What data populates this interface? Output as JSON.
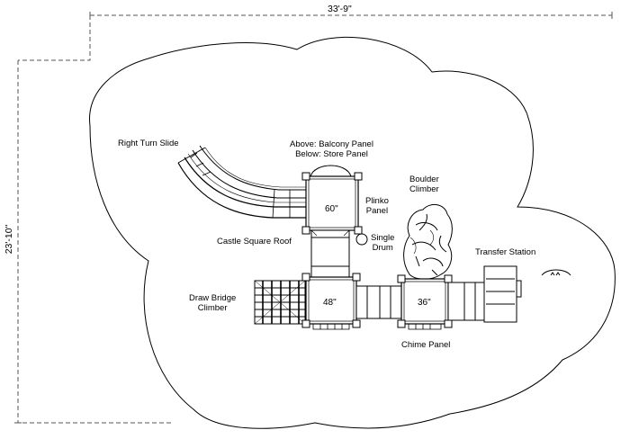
{
  "dimensions": {
    "width": "33'-9\"",
    "depth": "23'-10\""
  },
  "labels": {
    "right_turn_slide": "Right Turn Slide",
    "balcony_line1": "Above: Balcony Panel",
    "balcony_line2": "Below: Store Panel",
    "boulder_line1": "Boulder",
    "boulder_line2": "Climber",
    "plinko_line1": "Plinko",
    "plinko_line2": "Panel",
    "castle_roof": "Castle Square Roof",
    "drum_line1": "Single",
    "drum_line2": "Drum",
    "transfer_station": "Transfer Station",
    "draw_line1": "Draw Bridge",
    "draw_line2": "Climber",
    "chime_panel": "Chime Panel"
  },
  "deck_sizes": {
    "top": "60\"",
    "left": "48\"",
    "right": "36\""
  },
  "colors": {
    "line": "#000000",
    "dim_line": "#555555",
    "background": "#ffffff"
  }
}
